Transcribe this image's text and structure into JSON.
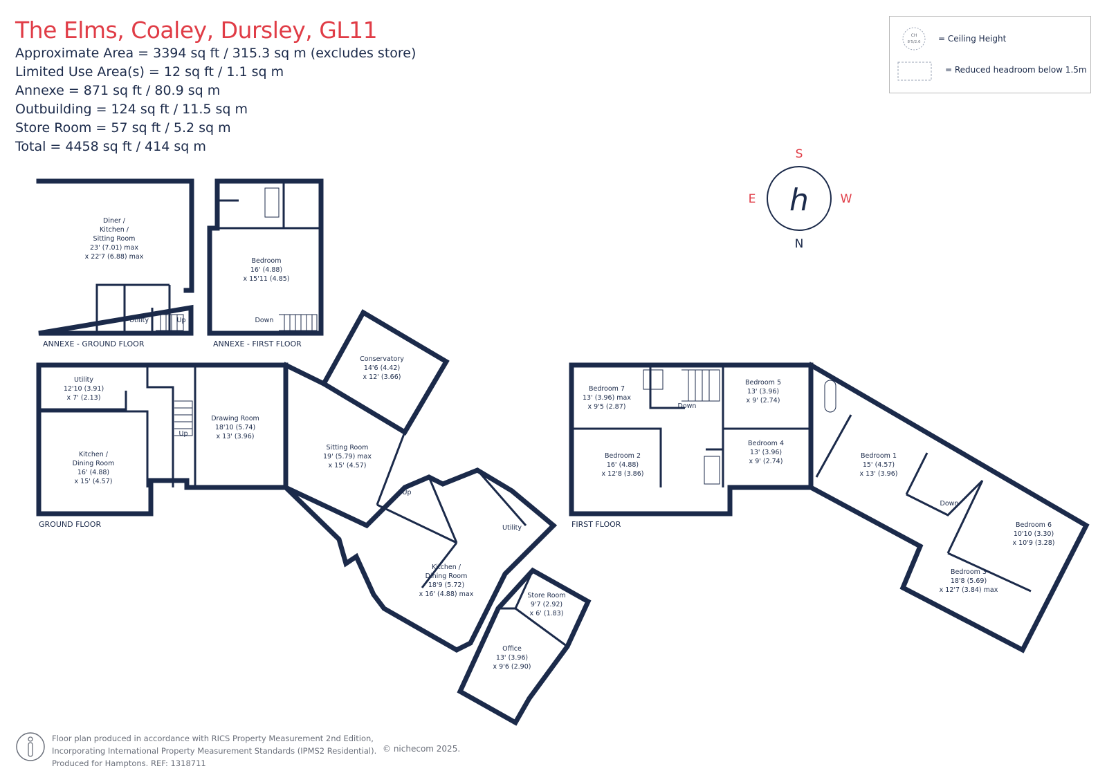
{
  "header": {
    "title": "The Elms, Coaley, Dursley, GL11",
    "lines": [
      "Approximate Area = 3394 sq ft / 315.3 sq m (excludes store)",
      "Limited Use Area(s) = 12 sq ft / 1.1 sq m",
      "Annexe = 871 sq ft / 80.9 sq m",
      "Outbuilding = 124 sq ft / 11.5 sq m",
      "Store Room = 57 sq ft / 5.2 sq m",
      "Total = 4458 sq ft / 414 sq m"
    ]
  },
  "key": {
    "ceiling_height": "= Ceiling Height",
    "reduced_headroom": "= Reduced headroom below 1.5m",
    "ch_symbol": "CH",
    "ch_value": "8'5/2.6"
  },
  "compass": {
    "s": "S",
    "w": "W",
    "n": "N",
    "e": "E",
    "logo": "h"
  },
  "floors": {
    "annexe_ground": "ANNEXE - GROUND FLOOR",
    "annexe_first": "ANNEXE - FIRST FLOOR",
    "ground": "GROUND FLOOR",
    "first": "FIRST FLOOR"
  },
  "rooms": {
    "annexe_kitchen": [
      "Diner /",
      "Kitchen /",
      "Sitting Room",
      "23' (7.01) max",
      "x 22'7 (6.88) max"
    ],
    "annexe_utility": [
      "Utility"
    ],
    "annexe_up": [
      "Up"
    ],
    "annexe_bedroom": [
      "Bedroom",
      "16' (4.88)",
      "x 15'11 (4.85)"
    ],
    "annexe_down": [
      "Down"
    ],
    "utility": [
      "Utility",
      "12'10 (3.91)",
      "x 7' (2.13)"
    ],
    "kitchen_dining_left": [
      "Kitchen /",
      "Dining Room",
      "16' (4.88)",
      "x 15' (4.57)"
    ],
    "ground_up": [
      "Up"
    ],
    "drawing_room": [
      "Drawing Room",
      "18'10 (5.74)",
      "x 13' (3.96)"
    ],
    "conservatory": [
      "Conservatory",
      "14'6 (4.42)",
      "x 12' (3.66)"
    ],
    "sitting_room": [
      "Sitting Room",
      "19' (5.79) max",
      "x 15' (4.57)"
    ],
    "ground_up2": [
      "Up"
    ],
    "utility2": [
      "Utility"
    ],
    "kitchen_dining_main": [
      "Kitchen /",
      "Dining Room",
      "18'9 (5.72)",
      "x 16' (4.88) max"
    ],
    "store_room": [
      "Store Room",
      "9'7 (2.92)",
      "x 6' (1.83)"
    ],
    "office": [
      "Office",
      "13' (3.96)",
      "x 9'6 (2.90)"
    ],
    "bedroom7": [
      "Bedroom 7",
      "13' (3.96) max",
      "x 9'5 (2.87)"
    ],
    "bedroom2": [
      "Bedroom 2",
      "16' (4.88)",
      "x 12'8 (3.86)"
    ],
    "first_down": [
      "Down"
    ],
    "bedroom5": [
      "Bedroom 5",
      "13' (3.96)",
      "x 9' (2.74)"
    ],
    "bedroom4": [
      "Bedroom 4",
      "13' (3.96)",
      "x 9' (2.74)"
    ],
    "bedroom1": [
      "Bedroom 1",
      "15' (4.57)",
      "x 13' (3.96)"
    ],
    "first_down2": [
      "Down"
    ],
    "bedroom6": [
      "Bedroom 6",
      "10'10 (3.30)",
      "x 10'9 (3.28)"
    ],
    "bedroom3": [
      "Bedroom 3",
      "18'8 (5.69)",
      "x 12'7 (3.84) max"
    ]
  },
  "footer": {
    "lines": [
      "Floor plan produced in accordance with RICS Property Measurement 2nd Edition,",
      "Incorporating International Property Measurement Standards (IPMS2 Residential).",
      "Produced for Hamptons.   REF:  1318711"
    ],
    "brand": "© nichecom 2025."
  },
  "colors": {
    "wall": "#1b2a4a",
    "title": "#e03c46",
    "compass": "#e03c46",
    "text": "#1b2a4a"
  }
}
